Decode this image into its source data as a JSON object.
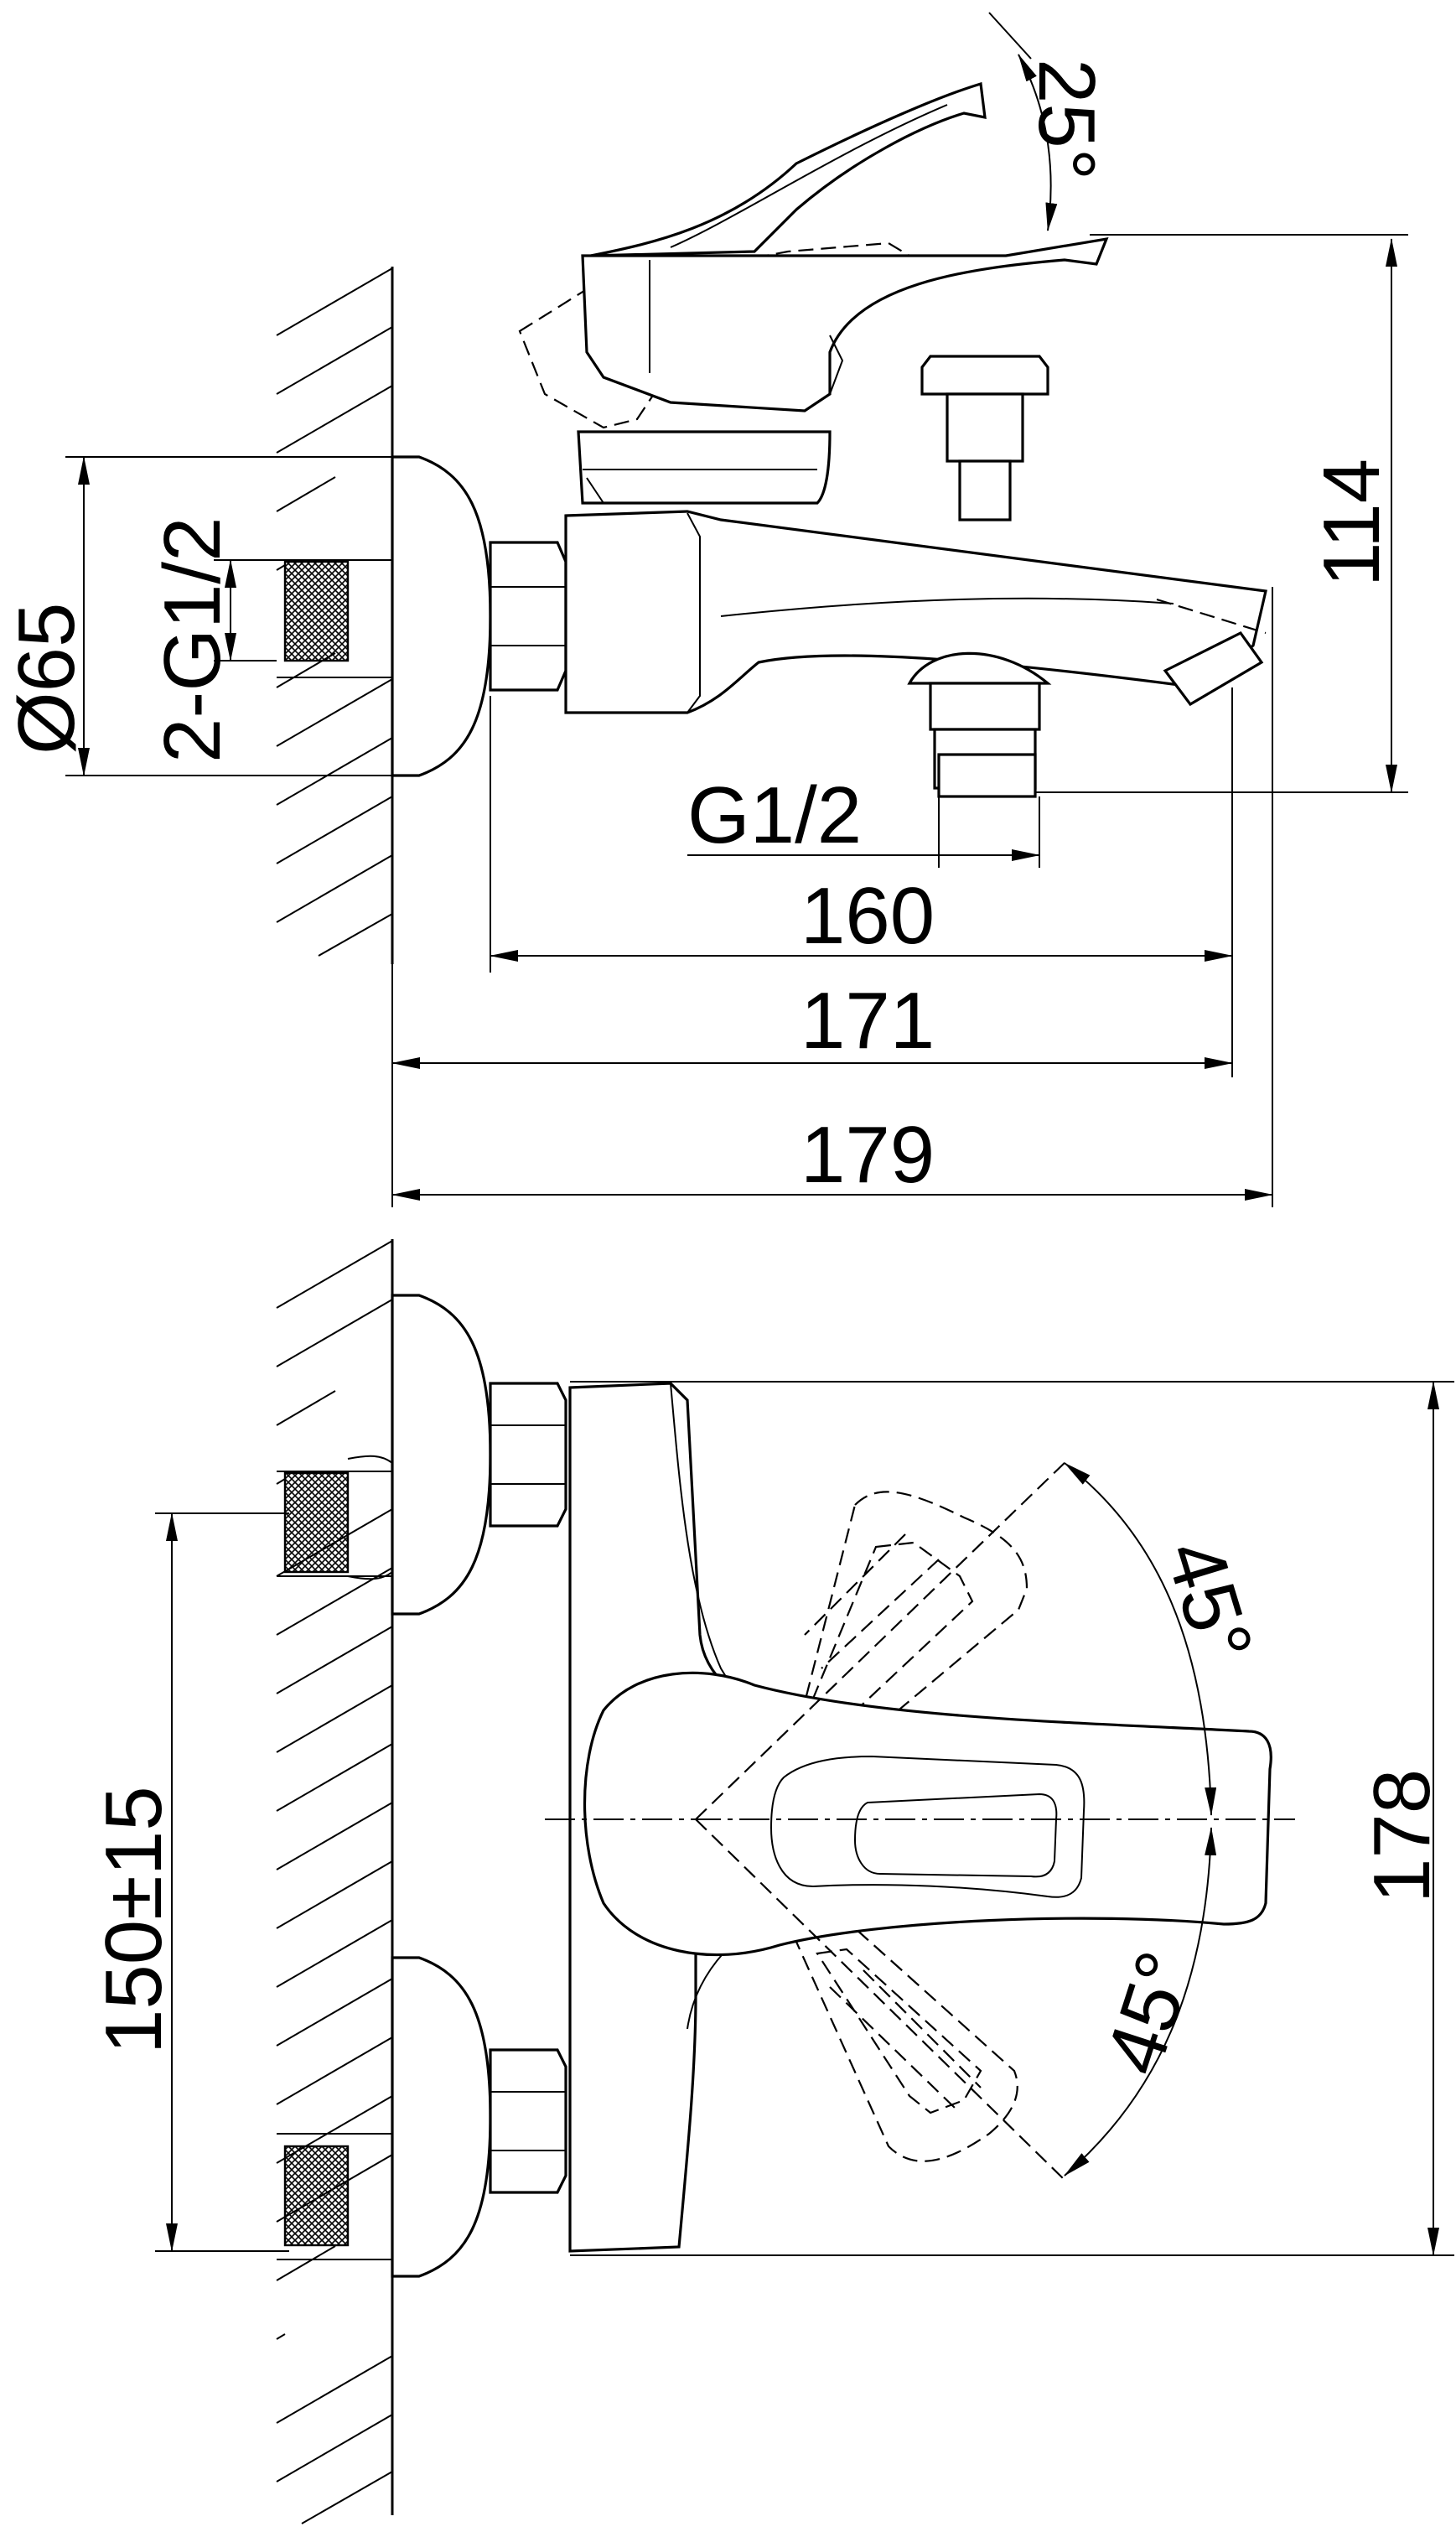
{
  "side_view": {
    "angle_label": "25°",
    "height_label": "114",
    "flange_diameter_label": "Ø65",
    "inlet_thread_label": "2-G1/2",
    "outlet_thread_label": "G1/2",
    "width_labels": [
      "160",
      "171",
      "179"
    ]
  },
  "front_view": {
    "upper_angle_label": "45°",
    "lower_angle_label": "45°",
    "height_label": "178",
    "centers_label": "150±15"
  }
}
